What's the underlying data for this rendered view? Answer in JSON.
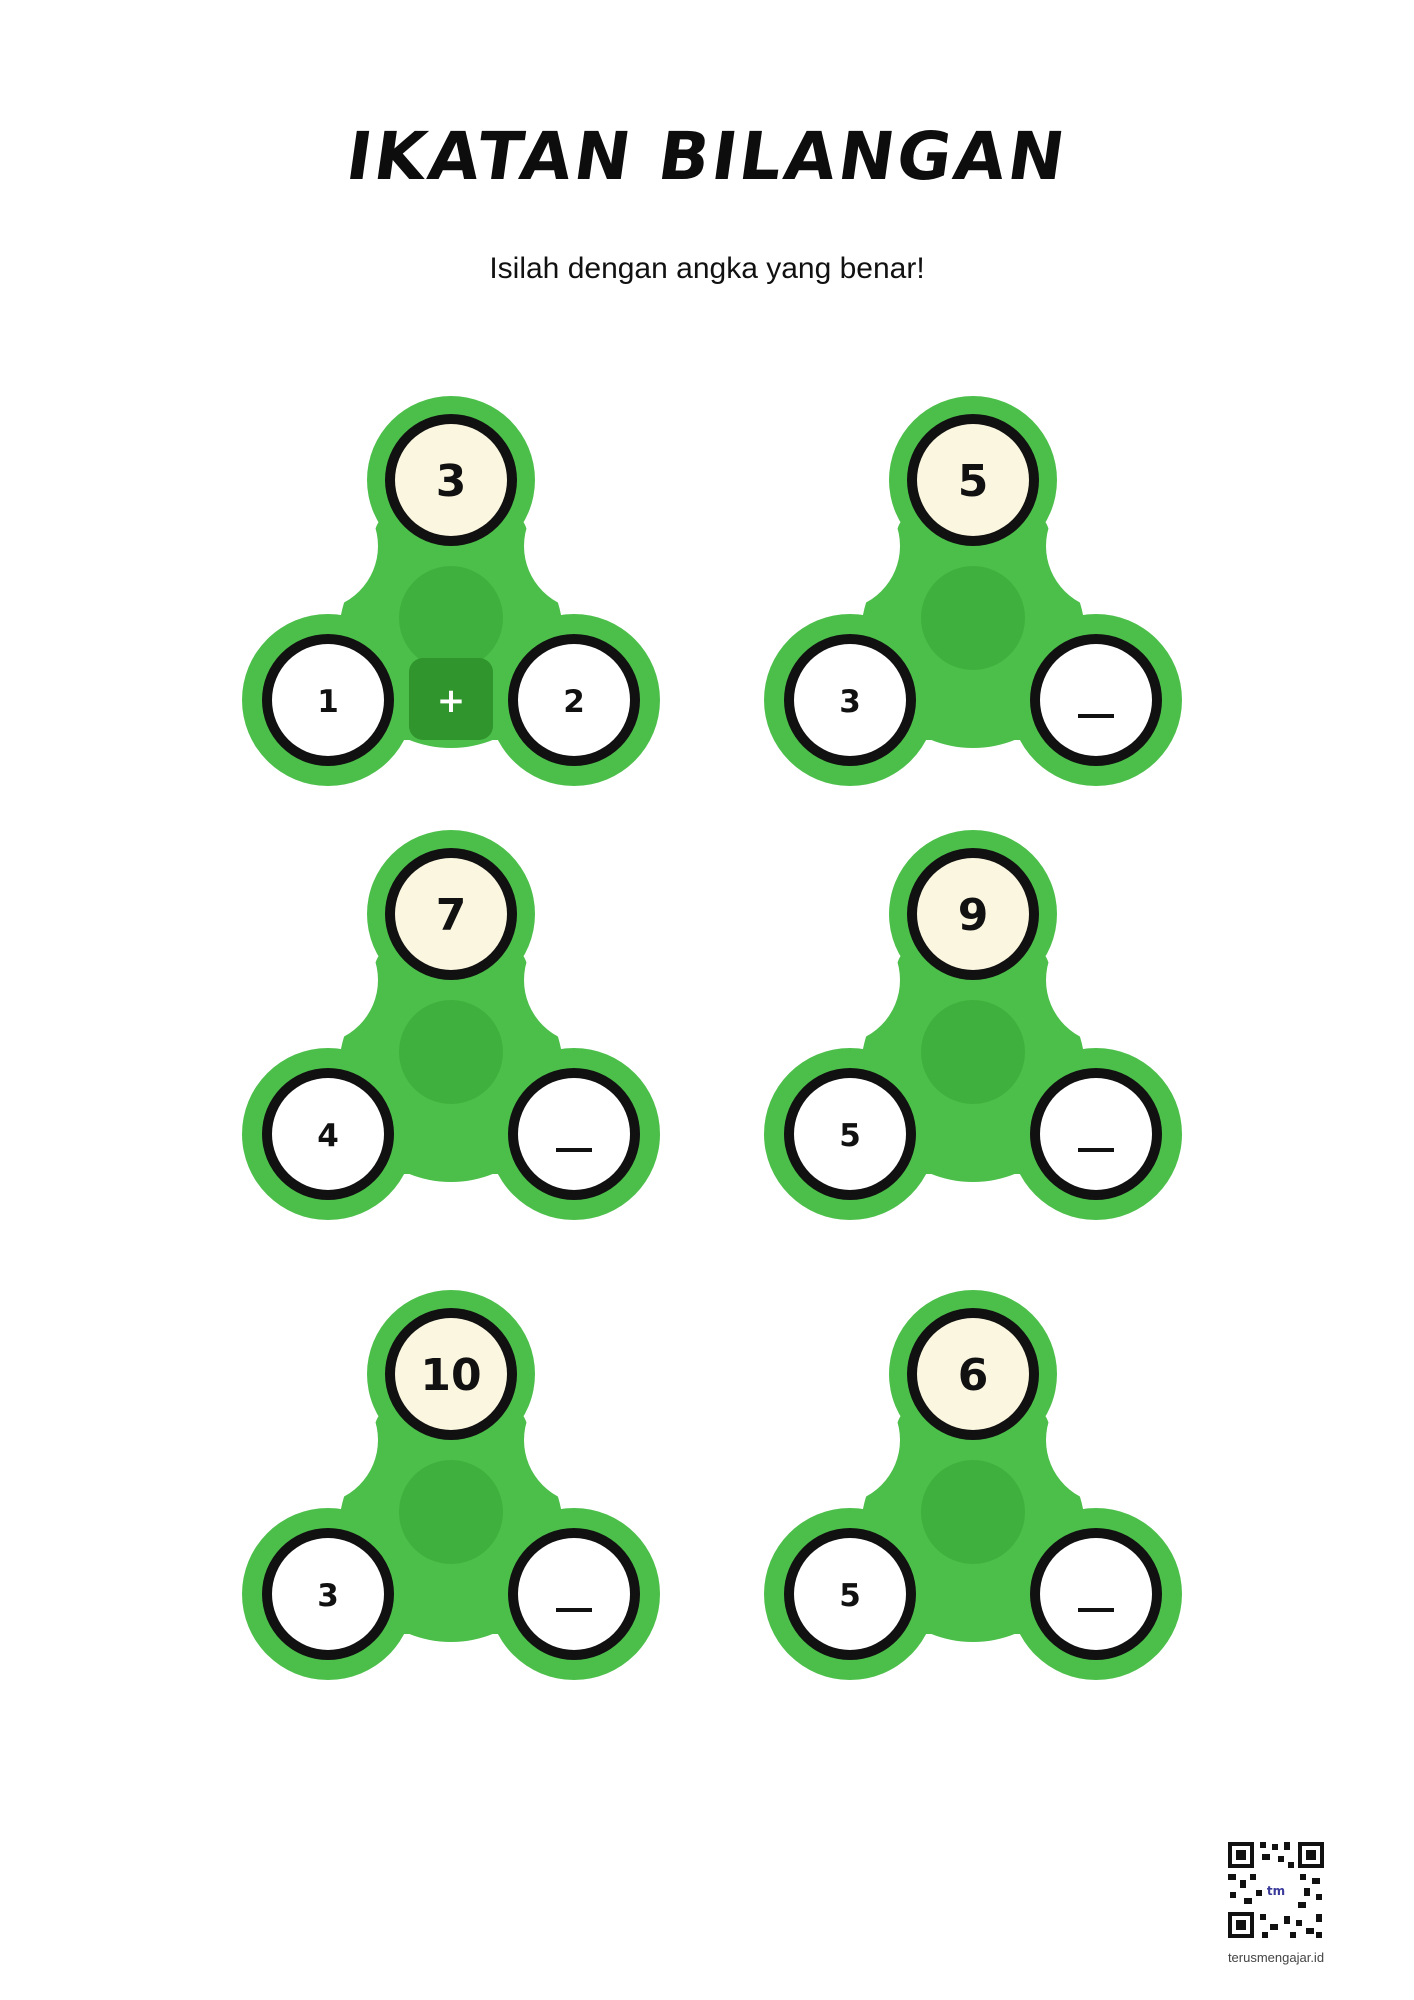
{
  "page": {
    "title": "IKATAN BILANGAN",
    "subtitle": "Isilah dengan angka yang benar!"
  },
  "colors": {
    "spinner_body": "#4cbf4a",
    "spinner_center": "#3fb03d",
    "top_circle_fill": "#fbf6df",
    "side_circle_fill": "#ffffff",
    "ring": "#111111",
    "operator_bg": "#2f952c"
  },
  "spinners": [
    {
      "top": "3",
      "left": "1",
      "right": "2",
      "operator": "+"
    },
    {
      "top": "5",
      "left": "3",
      "right": "_"
    },
    {
      "top": "7",
      "left": "4",
      "right": "_"
    },
    {
      "top": "9",
      "left": "5",
      "right": "_"
    },
    {
      "top": "10",
      "left": "3",
      "right": "_"
    },
    {
      "top": "6",
      "left": "5",
      "right": "_"
    }
  ],
  "footer": {
    "website": "terusmengajar.id",
    "qr_logo": "tm"
  }
}
